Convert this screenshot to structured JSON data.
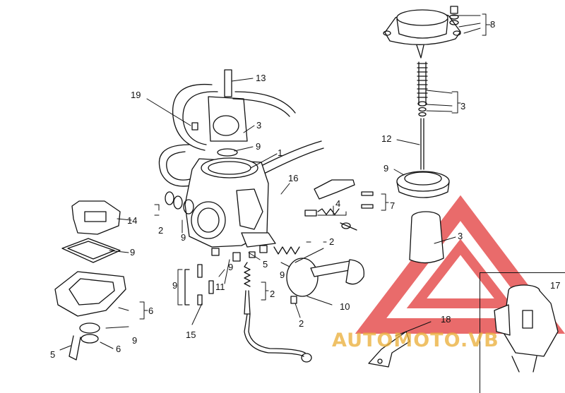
{
  "watermark": {
    "text": "AUTOMOTO.VB",
    "color": "#e23a3a",
    "text_color": "#ebaf3c"
  },
  "callouts": {
    "c1": "1",
    "c2a": "2",
    "c2b": "2",
    "c2c": "2",
    "c2d": "2",
    "c3a": "3",
    "c3b": "3",
    "c3c": "3",
    "c4": "4",
    "c5a": "5",
    "c5b": "5",
    "c6a": "6",
    "c6b": "6",
    "c7": "7",
    "c8": "8",
    "c9a": "9",
    "c9b": "9",
    "c9c": "9",
    "c9d": "9",
    "c9e": "9",
    "c9f": "9",
    "c9g": "9",
    "c9h": "9",
    "c10": "10",
    "c11": "11",
    "c12": "12",
    "c13": "13",
    "c14": "14",
    "c15": "15",
    "c16": "16",
    "c17": "17",
    "c18": "18",
    "c19": "19"
  },
  "labels": [
    {
      "key": "c13",
      "name": "callout-13"
    },
    {
      "key": "c19",
      "name": "callout-19"
    },
    {
      "key": "c3a",
      "name": "callout-3-top-cap"
    },
    {
      "key": "c9a",
      "name": "callout-9-top-ring"
    },
    {
      "key": "c1",
      "name": "callout-1"
    },
    {
      "key": "c16",
      "name": "callout-16"
    },
    {
      "key": "c4",
      "name": "callout-4"
    },
    {
      "key": "c7",
      "name": "callout-7"
    },
    {
      "key": "c8",
      "name": "callout-8"
    },
    {
      "key": "c3b",
      "name": "callout-3-needle-clips"
    },
    {
      "key": "c12",
      "name": "callout-12"
    },
    {
      "key": "c9b",
      "name": "callout-9-diaphragm"
    },
    {
      "key": "c3c",
      "name": "callout-3-slide"
    },
    {
      "key": "c14",
      "name": "callout-14"
    },
    {
      "key": "c2a",
      "name": "callout-2-left"
    },
    {
      "key": "c9c",
      "name": "callout-9-left"
    },
    {
      "key": "c9d",
      "name": "callout-9-gasket"
    },
    {
      "key": "c2b",
      "name": "callout-2-right"
    },
    {
      "key": "c5a",
      "name": "callout-5-mid"
    },
    {
      "key": "c9e",
      "name": "callout-9-spring"
    },
    {
      "key": "c9f",
      "name": "callout-9-bottom-left"
    },
    {
      "key": "c9g",
      "name": "callout-9-jet"
    },
    {
      "key": "c11",
      "name": "callout-11"
    },
    {
      "key": "c2c",
      "name": "callout-2-cable"
    },
    {
      "key": "c10",
      "name": "callout-10"
    },
    {
      "key": "c2d",
      "name": "callout-2-bottom"
    },
    {
      "key": "c6a",
      "name": "callout-6-bowl"
    },
    {
      "key": "c9h",
      "name": "callout-9-bowl"
    },
    {
      "key": "c15",
      "name": "callout-15"
    },
    {
      "key": "c5b",
      "name": "callout-5-hose"
    },
    {
      "key": "c6b",
      "name": "callout-6-drain"
    },
    {
      "key": "c18",
      "name": "callout-18"
    },
    {
      "key": "c17",
      "name": "callout-17"
    }
  ]
}
